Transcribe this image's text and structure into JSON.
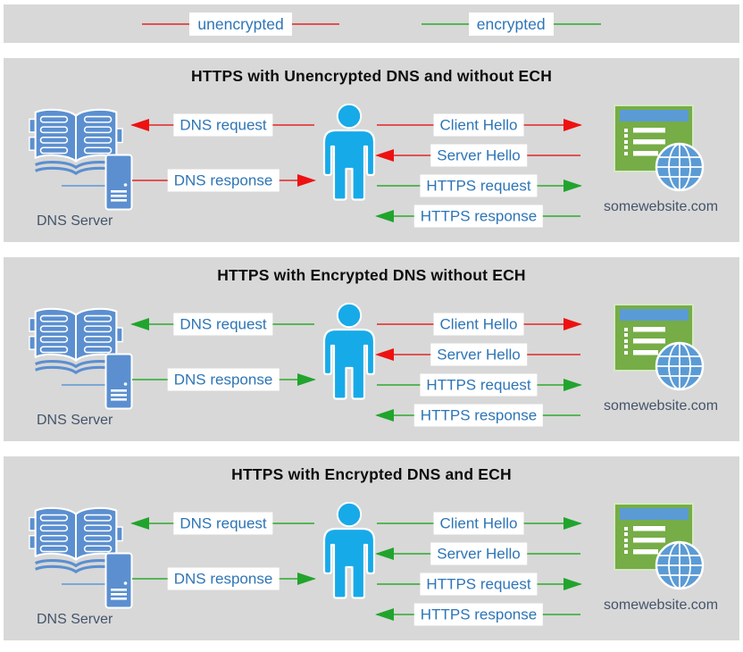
{
  "colors": {
    "unencrypted_line": "#e05252",
    "unencrypted_head": "#ee1111",
    "encrypted_line": "#57b657",
    "encrypted_head": "#21a42d",
    "label_text": "#2e75b6",
    "caption_text": "#44546a",
    "panel_background": "#d8d8d8",
    "user_icon": "#17aae8",
    "dns_icon": "#5b8fd0",
    "website_green": "#76ad47",
    "website_blue": "#5b9bd5"
  },
  "legend": {
    "items": [
      {
        "label": "unencrypted",
        "type": "unencrypted"
      },
      {
        "label": "encrypted",
        "type": "encrypted"
      }
    ]
  },
  "panels": [
    {
      "title": "HTTPS with Unencrypted DNS and without ECH",
      "dns_server_label": "DNS Server",
      "website_label": "somewebsite.com",
      "dns_arrows": [
        {
          "label": "DNS request",
          "dir": "left",
          "encrypted": false
        },
        {
          "label": "DNS response",
          "dir": "right",
          "encrypted": false
        }
      ],
      "tls_arrows": [
        {
          "label": "Client Hello",
          "dir": "right",
          "encrypted": false
        },
        {
          "label": "Server Hello",
          "dir": "left",
          "encrypted": false
        },
        {
          "label": "HTTPS request",
          "dir": "right",
          "encrypted": true
        },
        {
          "label": "HTTPS response",
          "dir": "left",
          "encrypted": true
        }
      ]
    },
    {
      "title": "HTTPS with Encrypted DNS without ECH",
      "dns_server_label": "DNS Server",
      "website_label": "somewebsite.com",
      "dns_arrows": [
        {
          "label": "DNS request",
          "dir": "left",
          "encrypted": true
        },
        {
          "label": "DNS response",
          "dir": "right",
          "encrypted": true
        }
      ],
      "tls_arrows": [
        {
          "label": "Client Hello",
          "dir": "right",
          "encrypted": false
        },
        {
          "label": "Server Hello",
          "dir": "left",
          "encrypted": false
        },
        {
          "label": "HTTPS request",
          "dir": "right",
          "encrypted": true
        },
        {
          "label": "HTTPS response",
          "dir": "left",
          "encrypted": true
        }
      ]
    },
    {
      "title": "HTTPS with Encrypted DNS and ECH",
      "dns_server_label": "DNS Server",
      "website_label": "somewebsite.com",
      "dns_arrows": [
        {
          "label": "DNS request",
          "dir": "left",
          "encrypted": true
        },
        {
          "label": "DNS response",
          "dir": "right",
          "encrypted": true
        }
      ],
      "tls_arrows": [
        {
          "label": "Client Hello",
          "dir": "right",
          "encrypted": true
        },
        {
          "label": "Server Hello",
          "dir": "left",
          "encrypted": true
        },
        {
          "label": "HTTPS request",
          "dir": "right",
          "encrypted": true
        },
        {
          "label": "HTTPS response",
          "dir": "left",
          "encrypted": true
        }
      ]
    }
  ]
}
